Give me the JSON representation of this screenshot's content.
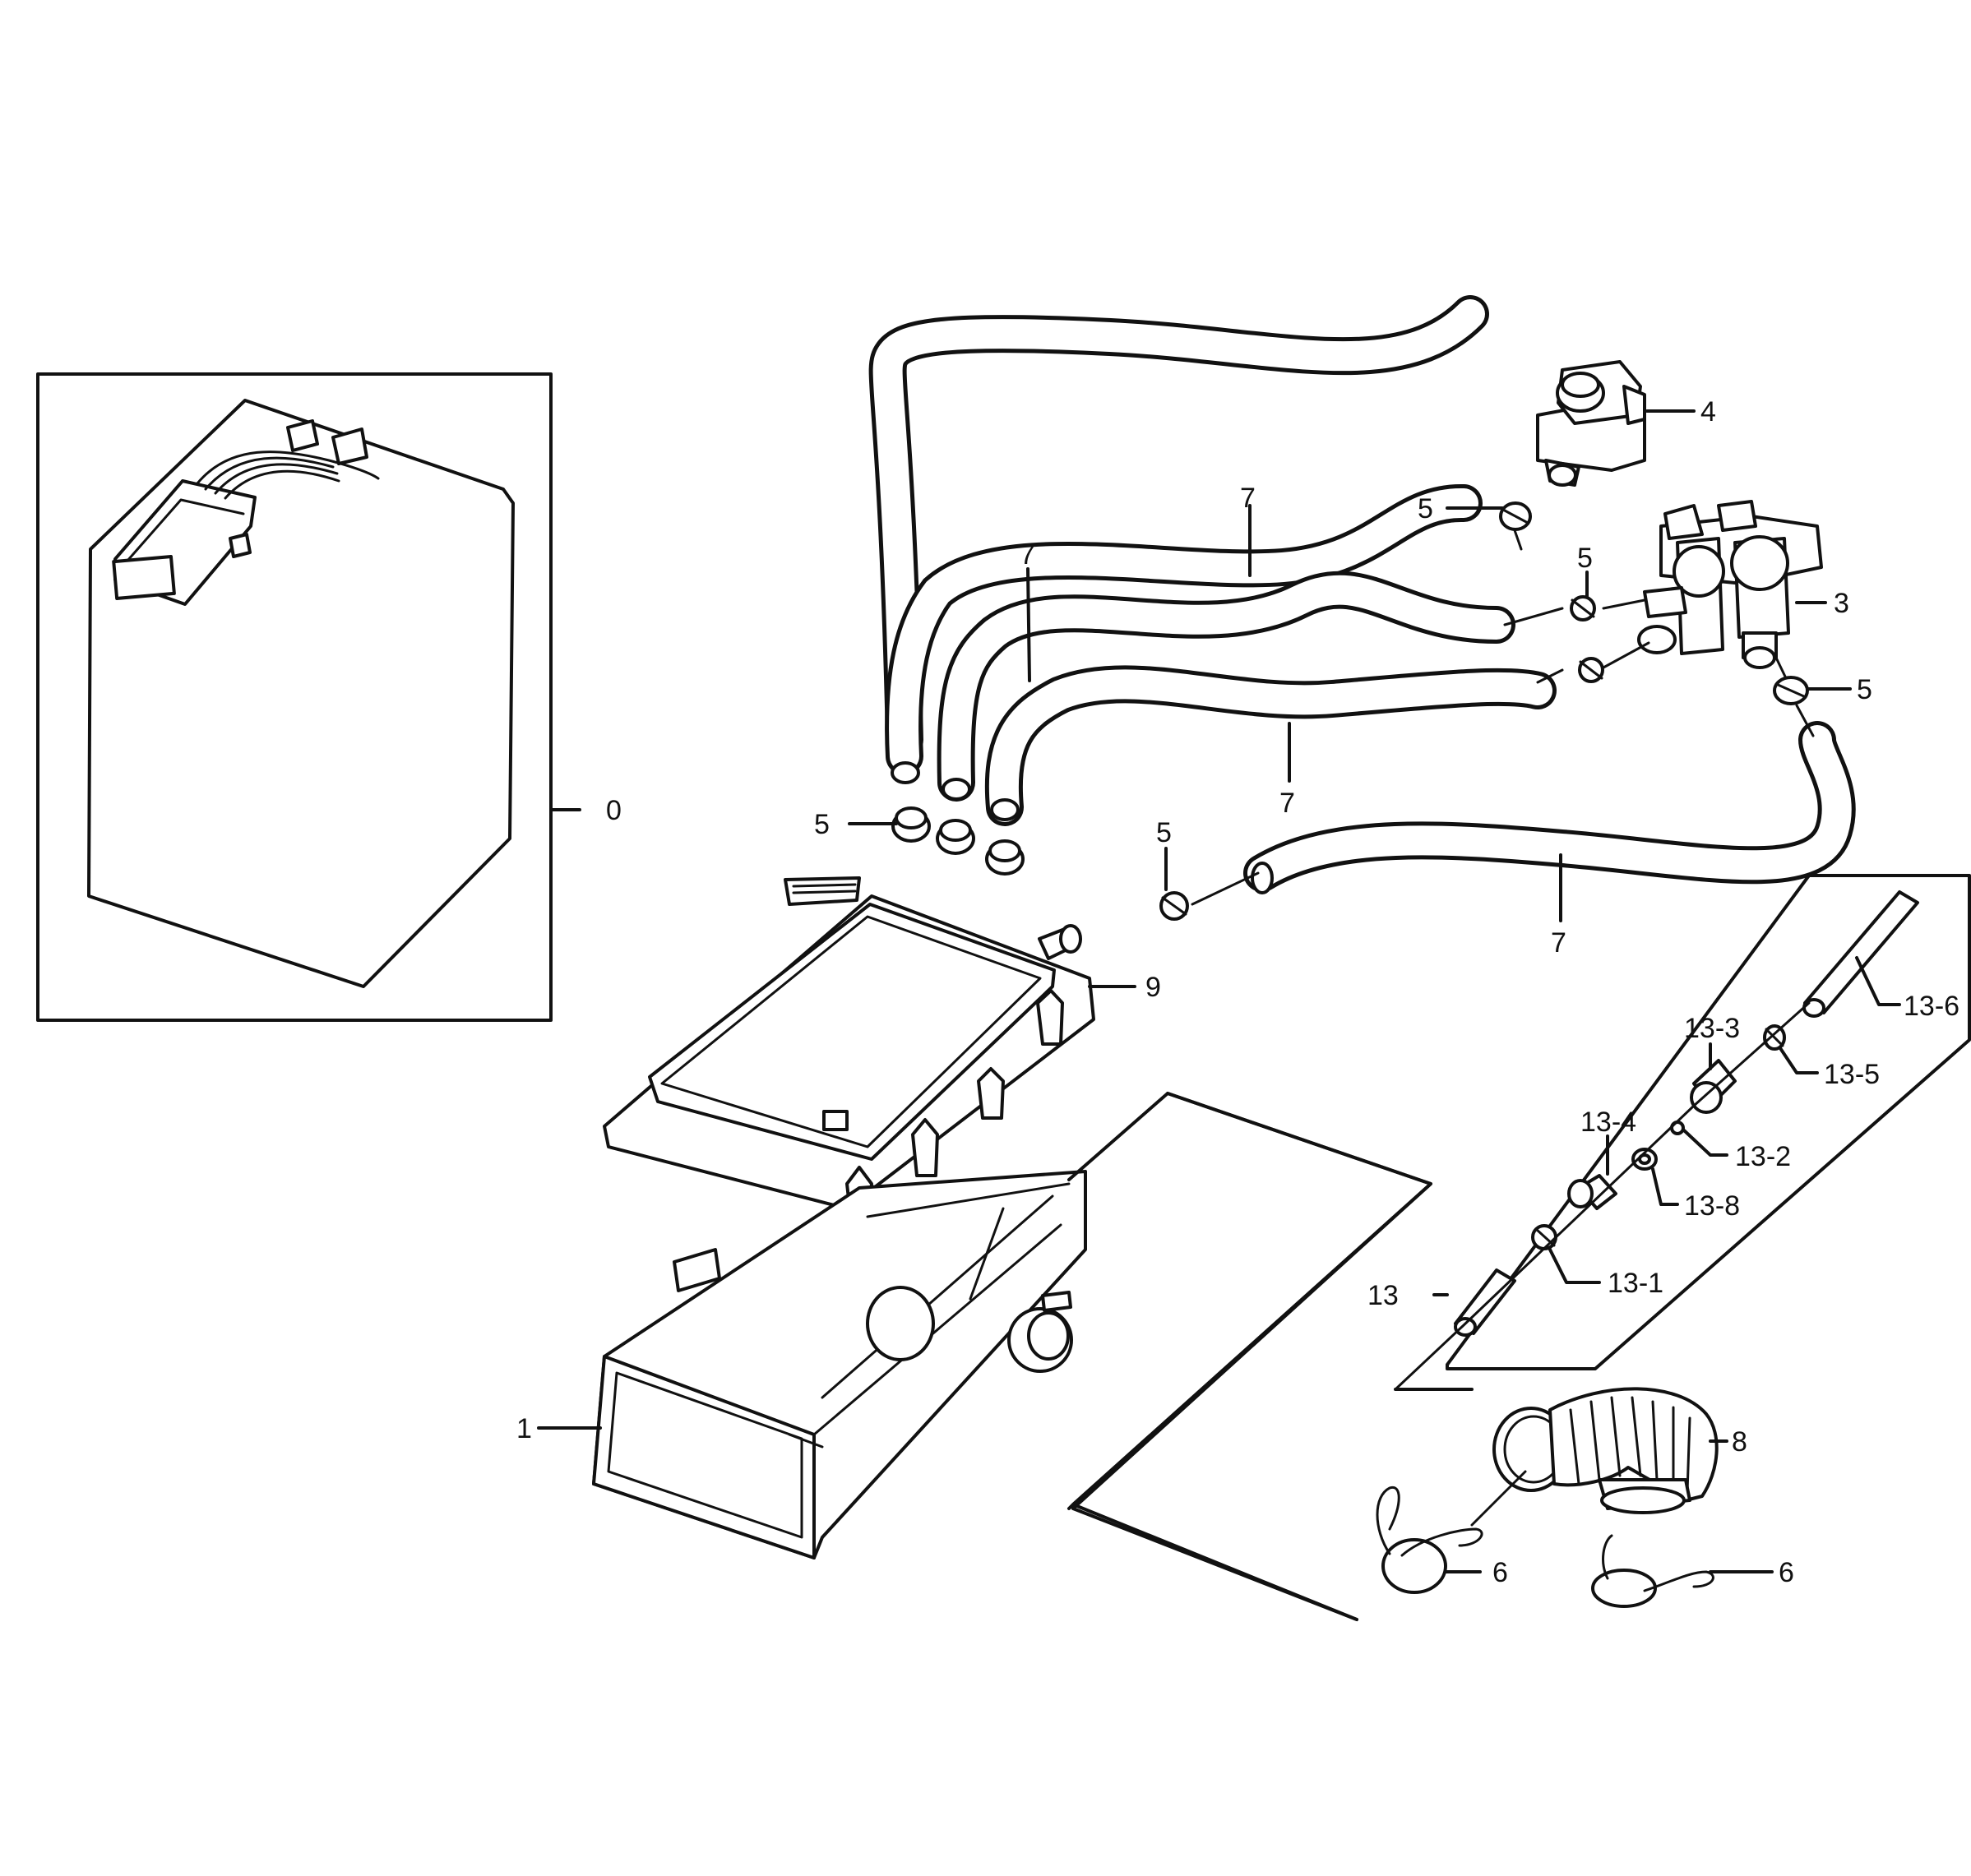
{
  "callouts": {
    "c0": "0",
    "c1": "1",
    "c3": "3",
    "c4": "4",
    "c5a": "5",
    "c5b": "5",
    "c5c": "5",
    "c5d": "5",
    "c5e": "5",
    "c6a": "6",
    "c6b": "6",
    "c7a": "7",
    "c7b": "7",
    "c7c": "7",
    "c7d": "7",
    "c8": "8",
    "c9": "9",
    "c13": "13",
    "c13_1": "13-1",
    "c13_2": "13-2",
    "c13_3": "13-3",
    "c13_4": "13-4",
    "c13_5": "13-5",
    "c13_6": "13-6",
    "c13_8": "13-8"
  }
}
